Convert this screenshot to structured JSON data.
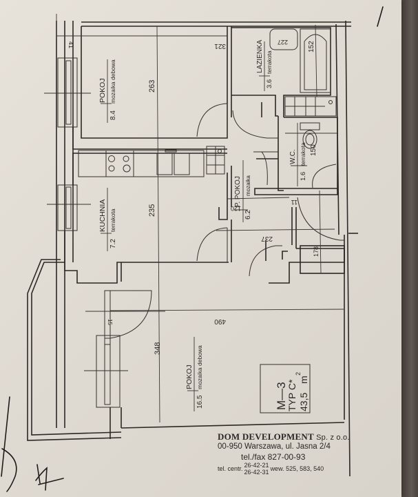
{
  "document": {
    "type": "apartment floor plan",
    "apartment_box": {
      "unit": "M—3",
      "type": "TYP C*",
      "area": "43,5",
      "area_unit": "m",
      "area_unit_sup": "2"
    },
    "rooms": [
      {
        "name": "POKOJ",
        "area": "8.4",
        "floor": "mozaika debowa"
      },
      {
        "name": "KUCHNIA",
        "area": "7.2",
        "floor": "terrakota"
      },
      {
        "name": "POKOJ",
        "area": "16.5",
        "floor": "mozaika debowa"
      },
      {
        "name": "P. POKOJ",
        "area": "6.2",
        "floor": "mozaika"
      },
      {
        "name": "LAZIENKA",
        "area": "3.6",
        "floor": "terrakota"
      },
      {
        "name": "W.C.",
        "area": "1.6",
        "floor": "terrakota"
      }
    ],
    "dimensions": {
      "d41": "41",
      "d321": "321",
      "d263": "263",
      "d235": "235",
      "d348": "348",
      "d490": "490",
      "d120": "120",
      "d237": "237",
      "d178": "178",
      "d152": "152",
      "d150": "150",
      "d227": "227",
      "d11": "11",
      "d15": "15"
    },
    "company": {
      "name": "DOM DEVELOPMENT",
      "legal_suffix": "Sp. z o.o.",
      "address": "00-950 Warszawa, ul. Jasna 2/4",
      "fax": "tel./fax 827-00-93",
      "centr_label": "tel. centr.",
      "centr_number_1": "26-42-21",
      "centr_number_2": "26-42-31",
      "extensions": "wew. 525, 583, 540"
    }
  }
}
